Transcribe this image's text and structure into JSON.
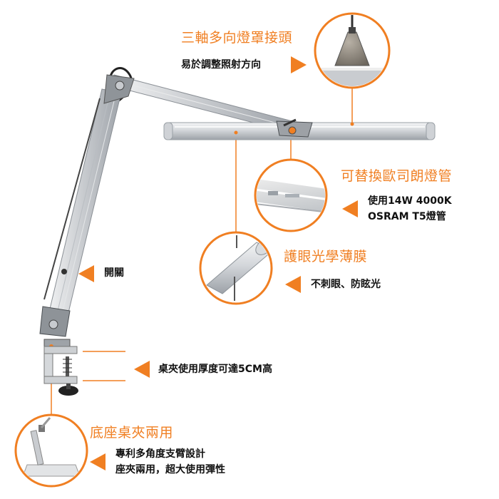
{
  "colors": {
    "accent": "#f07f22",
    "metal": "#c9ccd0",
    "dark": "#555a60"
  },
  "features": {
    "joint_title": "三軸多向燈罩接頭",
    "joint_desc": "易於調整照射方向",
    "tube_title": "可替換歐司朗燈管",
    "tube_desc_1": "使用14W 4000K",
    "tube_desc_2": "OSRAM T5燈管",
    "film_title": "護眼光學薄膜",
    "film_desc": "不刺眼、防眩光",
    "switch_label": "開關",
    "clamp_desc": "桌夾使用厚度可達5CM高",
    "base_title": "底座桌夾兩用",
    "base_desc_1": "專利多角度支臂設計",
    "base_desc_2": "座夾兩用，超大使用彈性"
  }
}
